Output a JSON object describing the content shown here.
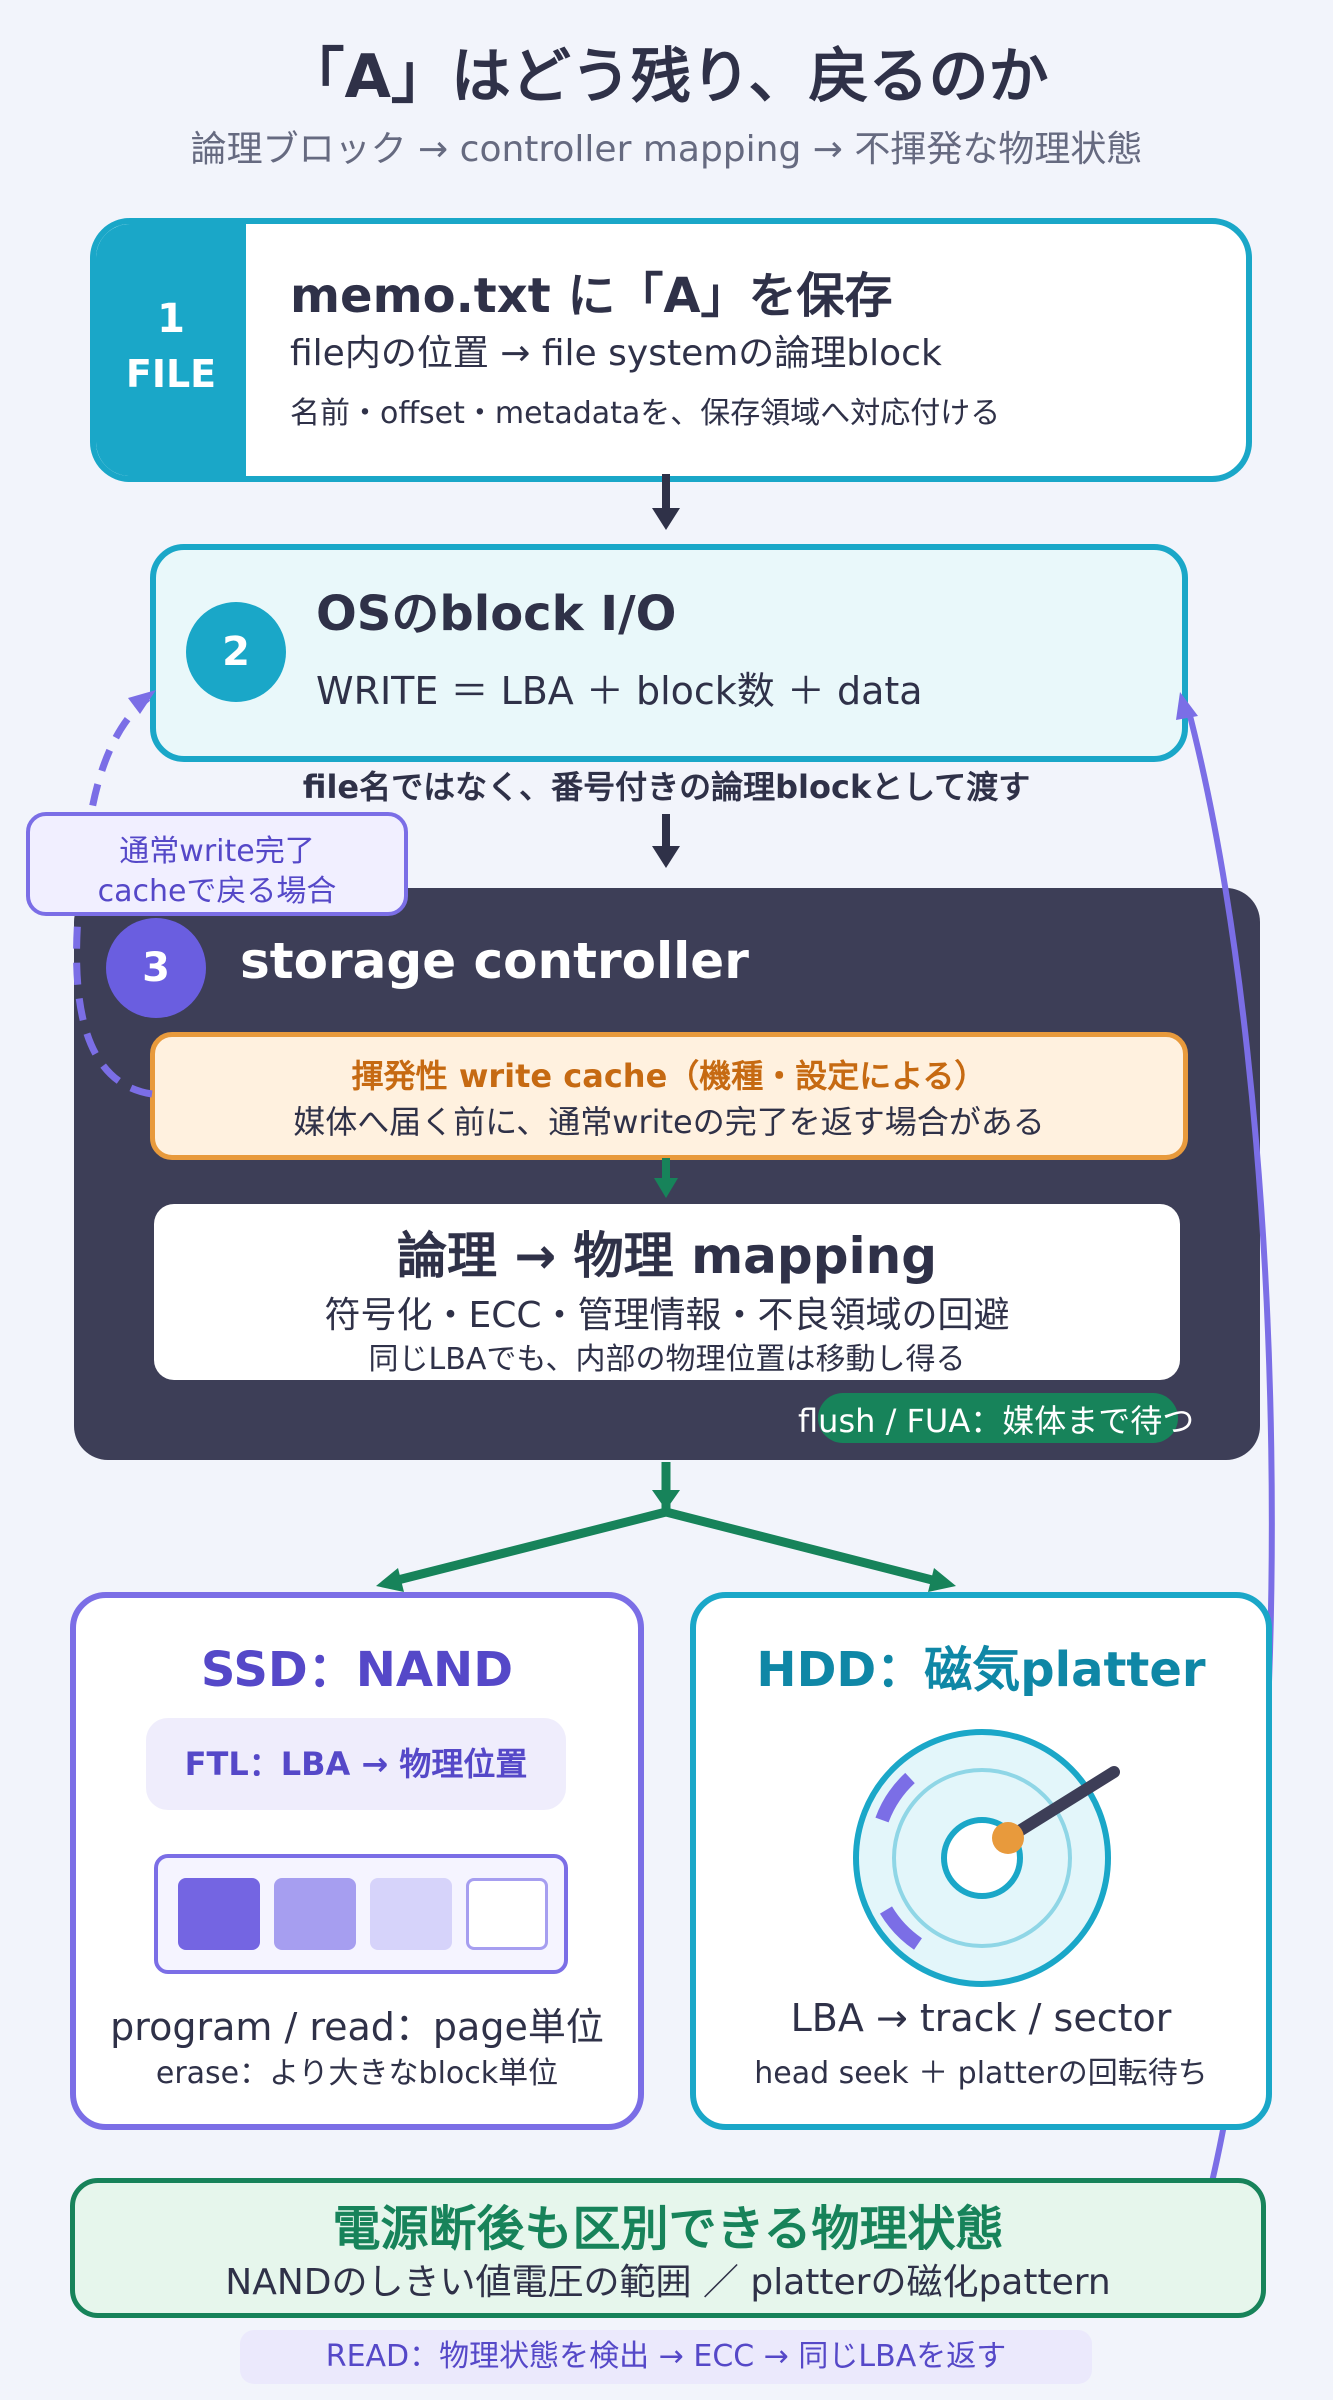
{
  "title": "「A」はどう残り、戻るのか",
  "subtitle": "論理ブロック → controller mapping → 不揮発な物理状態",
  "step1": {
    "number": "1",
    "tab_label": "FILE",
    "heading": "memo.txt に「A」を保存",
    "line1": "file内の位置 → file systemの論理block",
    "line2": "名前・offset・metadataを、保存領域へ対応付ける"
  },
  "step2": {
    "number": "2",
    "heading": "OSのblock I/O",
    "line1": "WRITE ＝ LBA ＋ block数 ＋ data",
    "note": "file名ではなく、番号付きの論理blockとして渡す"
  },
  "cache_return_note": {
    "line1": "通常write完了",
    "line2": "cacheで戻る場合"
  },
  "step3": {
    "number": "3",
    "heading": "storage controller",
    "cache_heading": "揮発性 write cache（機種・設定による）",
    "cache_text": "媒体へ届く前に、通常writeの完了を返す場合がある",
    "mapping_heading": "論理 → 物理 mapping",
    "mapping_line1": "符号化・ECC・管理情報・不良領域の回避",
    "mapping_line2": "同じLBAでも、内部の物理位置は移動し得る",
    "flush_label": "flush / FUA：媒体まで待つ"
  },
  "ssd": {
    "heading": "SSD：NAND",
    "ftl": "FTL：LBA → 物理位置",
    "line1": "program / read：page単位",
    "line2": "erase：より大きなblock単位"
  },
  "hdd": {
    "heading": "HDD：磁気platter",
    "line1": "LBA → track / sector",
    "line2": "head seek ＋ platterの回転待ち"
  },
  "physical": {
    "heading": "電源断後も区別できる物理状態",
    "line1": "NANDのしきい値電圧の範囲 ／ platterの磁化pattern"
  },
  "read_label": "READ：物理状態を検出 → ECC → 同じLBAを返す",
  "colors": {
    "teal": "#1aa7c8",
    "purple": "#7b6ee6",
    "green": "#17835a",
    "orange": "#e89a3c",
    "dark": "#3d3e57"
  }
}
